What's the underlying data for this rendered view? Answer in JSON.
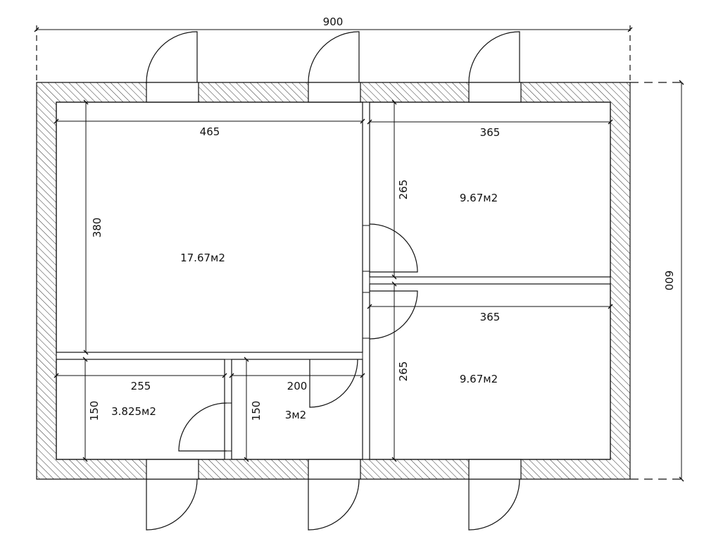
{
  "overall": {
    "width_label": "900",
    "height_label": "600"
  },
  "rooms": [
    {
      "id": "room-large",
      "width_label": "465",
      "height_label": "380",
      "area_label": "17.67м2"
    },
    {
      "id": "room-top-right",
      "width_label": "365",
      "height_label": "265",
      "area_label": "9.67м2"
    },
    {
      "id": "room-bottom-right",
      "width_label": "365",
      "height_label": "265",
      "area_label": "9.67м2"
    },
    {
      "id": "room-small-left",
      "width_label": "255",
      "height_label": "150",
      "area_label": "3.825м2"
    },
    {
      "id": "room-small-middle",
      "width_label": "200",
      "height_label": "150",
      "area_label": "3м2"
    }
  ],
  "colors": {
    "line": "#111111",
    "hatch": "#333333",
    "background": "#ffffff"
  }
}
